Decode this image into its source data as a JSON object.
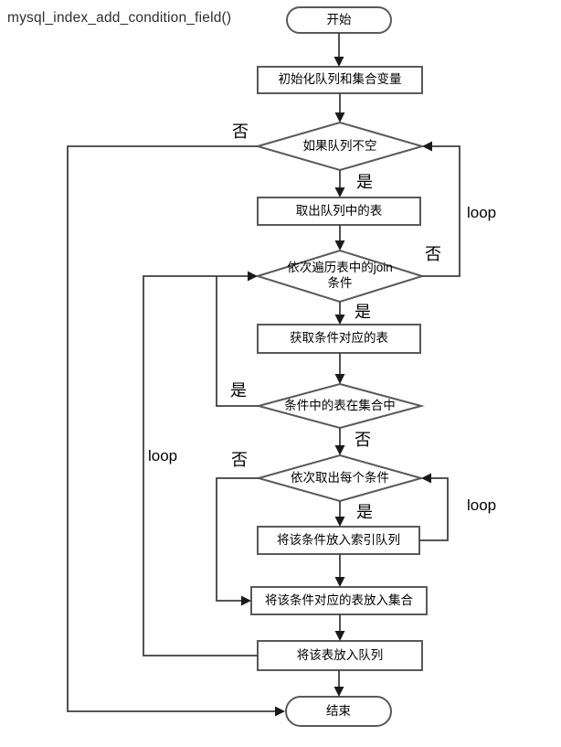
{
  "title": "mysql_index_add_condition_field()",
  "nodes": {
    "start": "开始",
    "init": "初始化队列和集合变量",
    "queue_not_empty": "如果队列不空",
    "dequeue_table": "取出队列中的表",
    "iterate_join_l1": "依次遍历表中的join",
    "iterate_join_l2": "条件",
    "get_table": "获取条件对应的表",
    "table_in_set": "条件中的表在集合中",
    "each_condition": "依次取出每个条件",
    "push_condition": "将该条件放入索引队列",
    "put_table_to_set": "将该条件对应的表放入集合",
    "enqueue_table": "将该表放入队列",
    "end": "结束"
  },
  "labels": {
    "queue_empty_no": "否",
    "queue_empty_yes": "是",
    "join_no": "否",
    "join_yes": "是",
    "in_set_yes": "是",
    "in_set_no": "否",
    "each_no": "否",
    "each_yes": "是",
    "loop_outer": "loop",
    "loop_inner": "loop",
    "loop_back": "loop"
  },
  "colors": {
    "edge": "#3f3f3f",
    "shape_border": "#595959",
    "shape_fill": "#ffffff",
    "text": "#000000",
    "background": "#ffffff"
  }
}
